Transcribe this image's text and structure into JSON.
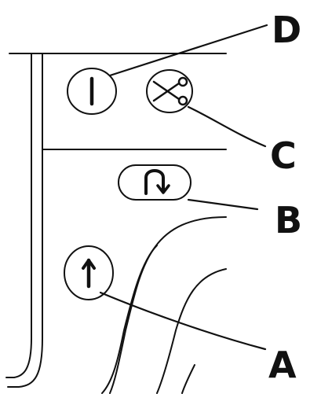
{
  "callouts": {
    "a": {
      "label": "A",
      "target": "thread-up-button"
    },
    "b": {
      "label": "B",
      "target": "reverse-stitch-button"
    },
    "c": {
      "label": "C",
      "target": "thread-cutter-button"
    },
    "d": {
      "label": "D",
      "target": "needle-position-button"
    }
  },
  "colors": {
    "line": "#111111",
    "background": "#ffffff"
  },
  "icons": {
    "a": "up-arrow-icon",
    "b": "reverse-arrow-icon",
    "c": "scissors-icon",
    "d": "needle-bar-icon"
  }
}
